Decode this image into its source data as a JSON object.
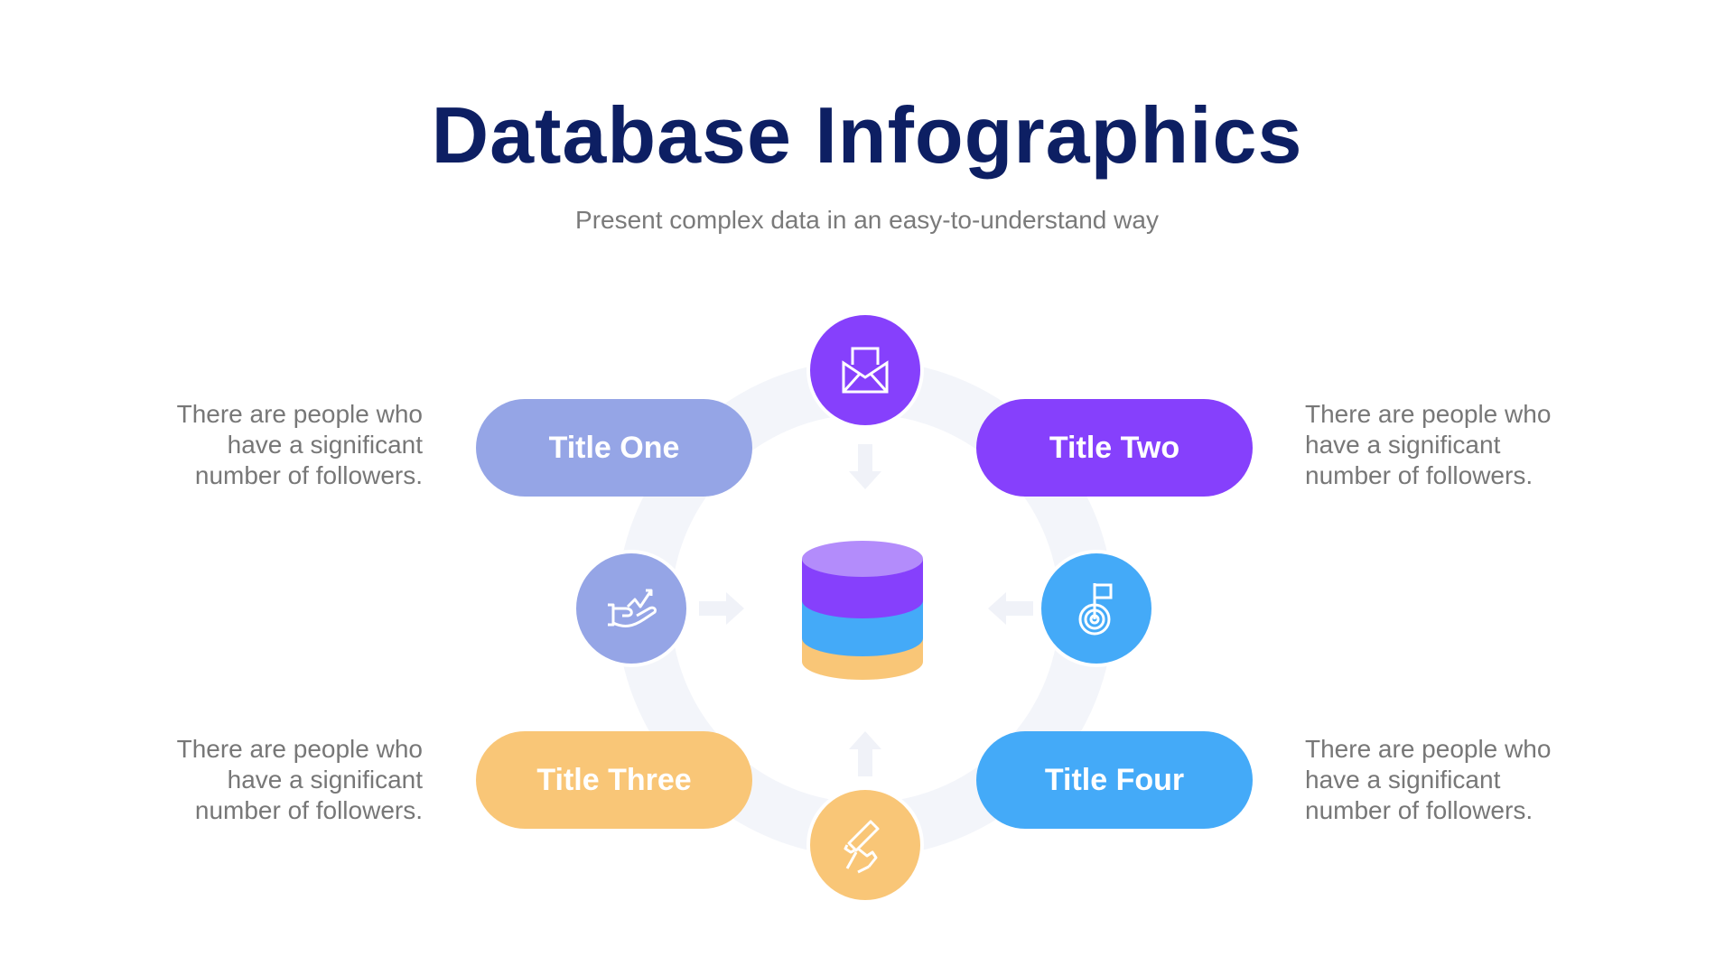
{
  "header": {
    "title": "Database Infographics",
    "subtitle": "Present complex data in an easy-to-understand way"
  },
  "colors": {
    "title": "#0d1f63",
    "ring": "#f3f5fa",
    "one": "#95a5e6",
    "two": "#8640fc",
    "three": "#f9c677",
    "four": "#44aaf8",
    "db_top": "#b38cfb",
    "text": "#777777"
  },
  "items": [
    {
      "label": "Title One",
      "icon": "hand-growth-chart-icon",
      "description": [
        "There are people who",
        "have a significant",
        "number of followers."
      ]
    },
    {
      "label": "Title Two",
      "icon": "open-envelope-icon",
      "description": [
        "There are people who",
        "have a significant",
        "number of followers."
      ]
    },
    {
      "label": "Title Three",
      "icon": "megaphone-hand-icon",
      "description": [
        "There are people who",
        "have a significant",
        "number of followers."
      ]
    },
    {
      "label": "Title Four",
      "icon": "target-flag-icon",
      "description": [
        "There are people who",
        "have a significant",
        "number of followers."
      ]
    }
  ],
  "center": {
    "icon": "database-cylinder-icon"
  }
}
